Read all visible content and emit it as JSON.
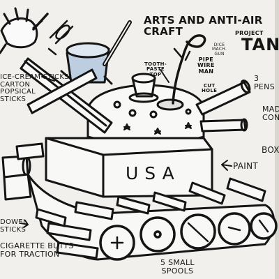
{
  "drawing": {
    "title": {
      "line1": "ARTS AND ANTI-AIR CRAFT",
      "line2": "PROJECT",
      "line3": "TANK"
    },
    "hull_text": "USA",
    "labels": {
      "toothpaste_top": "TOOTH-\nPASTE\nTOP",
      "pipe_wire_man": "PIPE\nWIRE\nMAN",
      "dice_machine_gun": "DICE\nMACH.\nGUN",
      "cut_hole": "CUT\nHOLE",
      "pens": "3 PENS",
      "made_of_container": "MADE OF\nCONTAINER",
      "box": "BOX",
      "paint": "PAINT",
      "popsicle_chopsticks": "ICE-CREAM STICKS\nCARTON\nPOPSICAL\nSTICKS",
      "dowel_sticks": "DOWEL\nSTICKS",
      "cigarette_butts": "CIGARETTE BUTTS\nFOR TRACTION",
      "small_spools": "5 SMALL\nSPOOLS"
    },
    "colors": {
      "paper": "#f1f0ec",
      "ink": "#151515",
      "blue_wash": "#a9c3dc"
    }
  }
}
